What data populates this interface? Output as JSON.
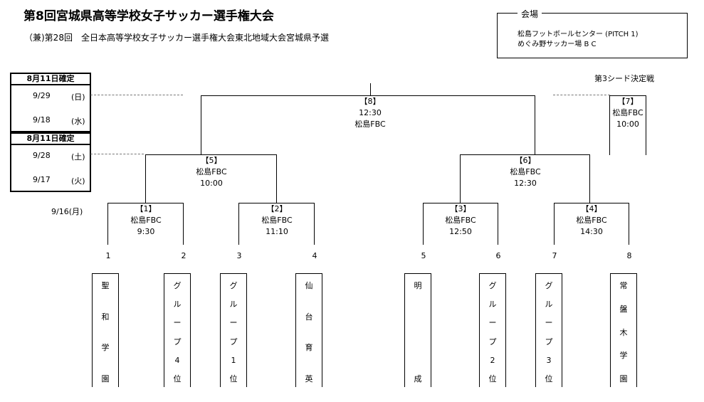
{
  "title": "第8回宮城県高等学校女子サッカー選手権大会",
  "subtitle": "（兼)第28回　全日本高等学校女子サッカー選手権大会東北地域大会宮城県予選",
  "venue": {
    "label": "会場",
    "lines": [
      "松島フットボールセンター (PITCH 1)",
      "めぐみ野サッカー場 B C"
    ]
  },
  "schedule": [
    {
      "header": "8月11日確定",
      "rows": [
        {
          "date": "9/29",
          "day": "(日)"
        },
        {
          "date": "9/18",
          "day": "(水)"
        }
      ]
    },
    {
      "header": "8月11日確定",
      "rows": [
        {
          "date": "9/28",
          "day": "(土)"
        },
        {
          "date": "9/17",
          "day": "(火)"
        }
      ]
    }
  ],
  "first_round_date": "9/16(月)",
  "third_place_label": "第3シード決定戦",
  "matches": {
    "m1": {
      "no": "【1】",
      "venue": "松島FBC",
      "time": "9:30"
    },
    "m2": {
      "no": "【2】",
      "venue": "松島FBC",
      "time": "11:10"
    },
    "m3": {
      "no": "【3】",
      "venue": "松島FBC",
      "time": "12:50"
    },
    "m4": {
      "no": "【4】",
      "venue": "松島FBC",
      "time": "14:30"
    },
    "m5": {
      "no": "【5】",
      "venue": "松島FBC",
      "time": "10:00"
    },
    "m6": {
      "no": "【6】",
      "venue": "松島FBC",
      "time": "12:30"
    },
    "m7": {
      "no": "【7】",
      "venue": "松島FBC",
      "time": "10:00"
    },
    "m8": {
      "no": "【8】",
      "time": "12:30",
      "venue": "松島FBC"
    }
  },
  "positions": [
    "1",
    "2",
    "3",
    "4",
    "5",
    "6",
    "7",
    "8"
  ],
  "teams": [
    [
      "聖",
      "和",
      "学",
      "園"
    ],
    [
      "グ",
      "ル",
      "ー",
      "プ",
      "4",
      "位"
    ],
    [
      "グ",
      "ル",
      "ー",
      "プ",
      "1",
      "位"
    ],
    [
      "仙",
      "台",
      "育",
      "英"
    ],
    [
      "明",
      "成"
    ],
    [
      "グ",
      "ル",
      "ー",
      "プ",
      "2",
      "位"
    ],
    [
      "グ",
      "ル",
      "ー",
      "プ",
      "3",
      "位"
    ],
    [
      "常",
      "盤",
      "木",
      "学",
      "園"
    ]
  ]
}
